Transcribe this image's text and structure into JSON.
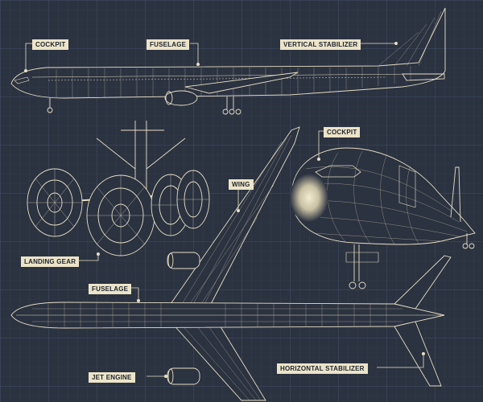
{
  "colors": {
    "background": "#2b3240",
    "grid_minor": "#3a4252",
    "grid_major": "#46506a",
    "ink": "#e8e0c4",
    "ink_dim": "#bdb69d",
    "label_bg": "#ece4c8",
    "label_text": "#1e2430"
  },
  "labels": {
    "cockpit_side": "COCKPIT",
    "fuselage_side": "FUSELAGE",
    "vertical_stabilizer": "VERTICAL STABILIZER",
    "cockpit_front": "COCKPIT",
    "wing": "WING",
    "landing_gear": "LANDING GEAR",
    "fuselage_top": "FUSELAGE",
    "jet_engine": "JET ENGINE",
    "horizontal_stabilizer": "HORIZONTAL STABILIZER"
  }
}
